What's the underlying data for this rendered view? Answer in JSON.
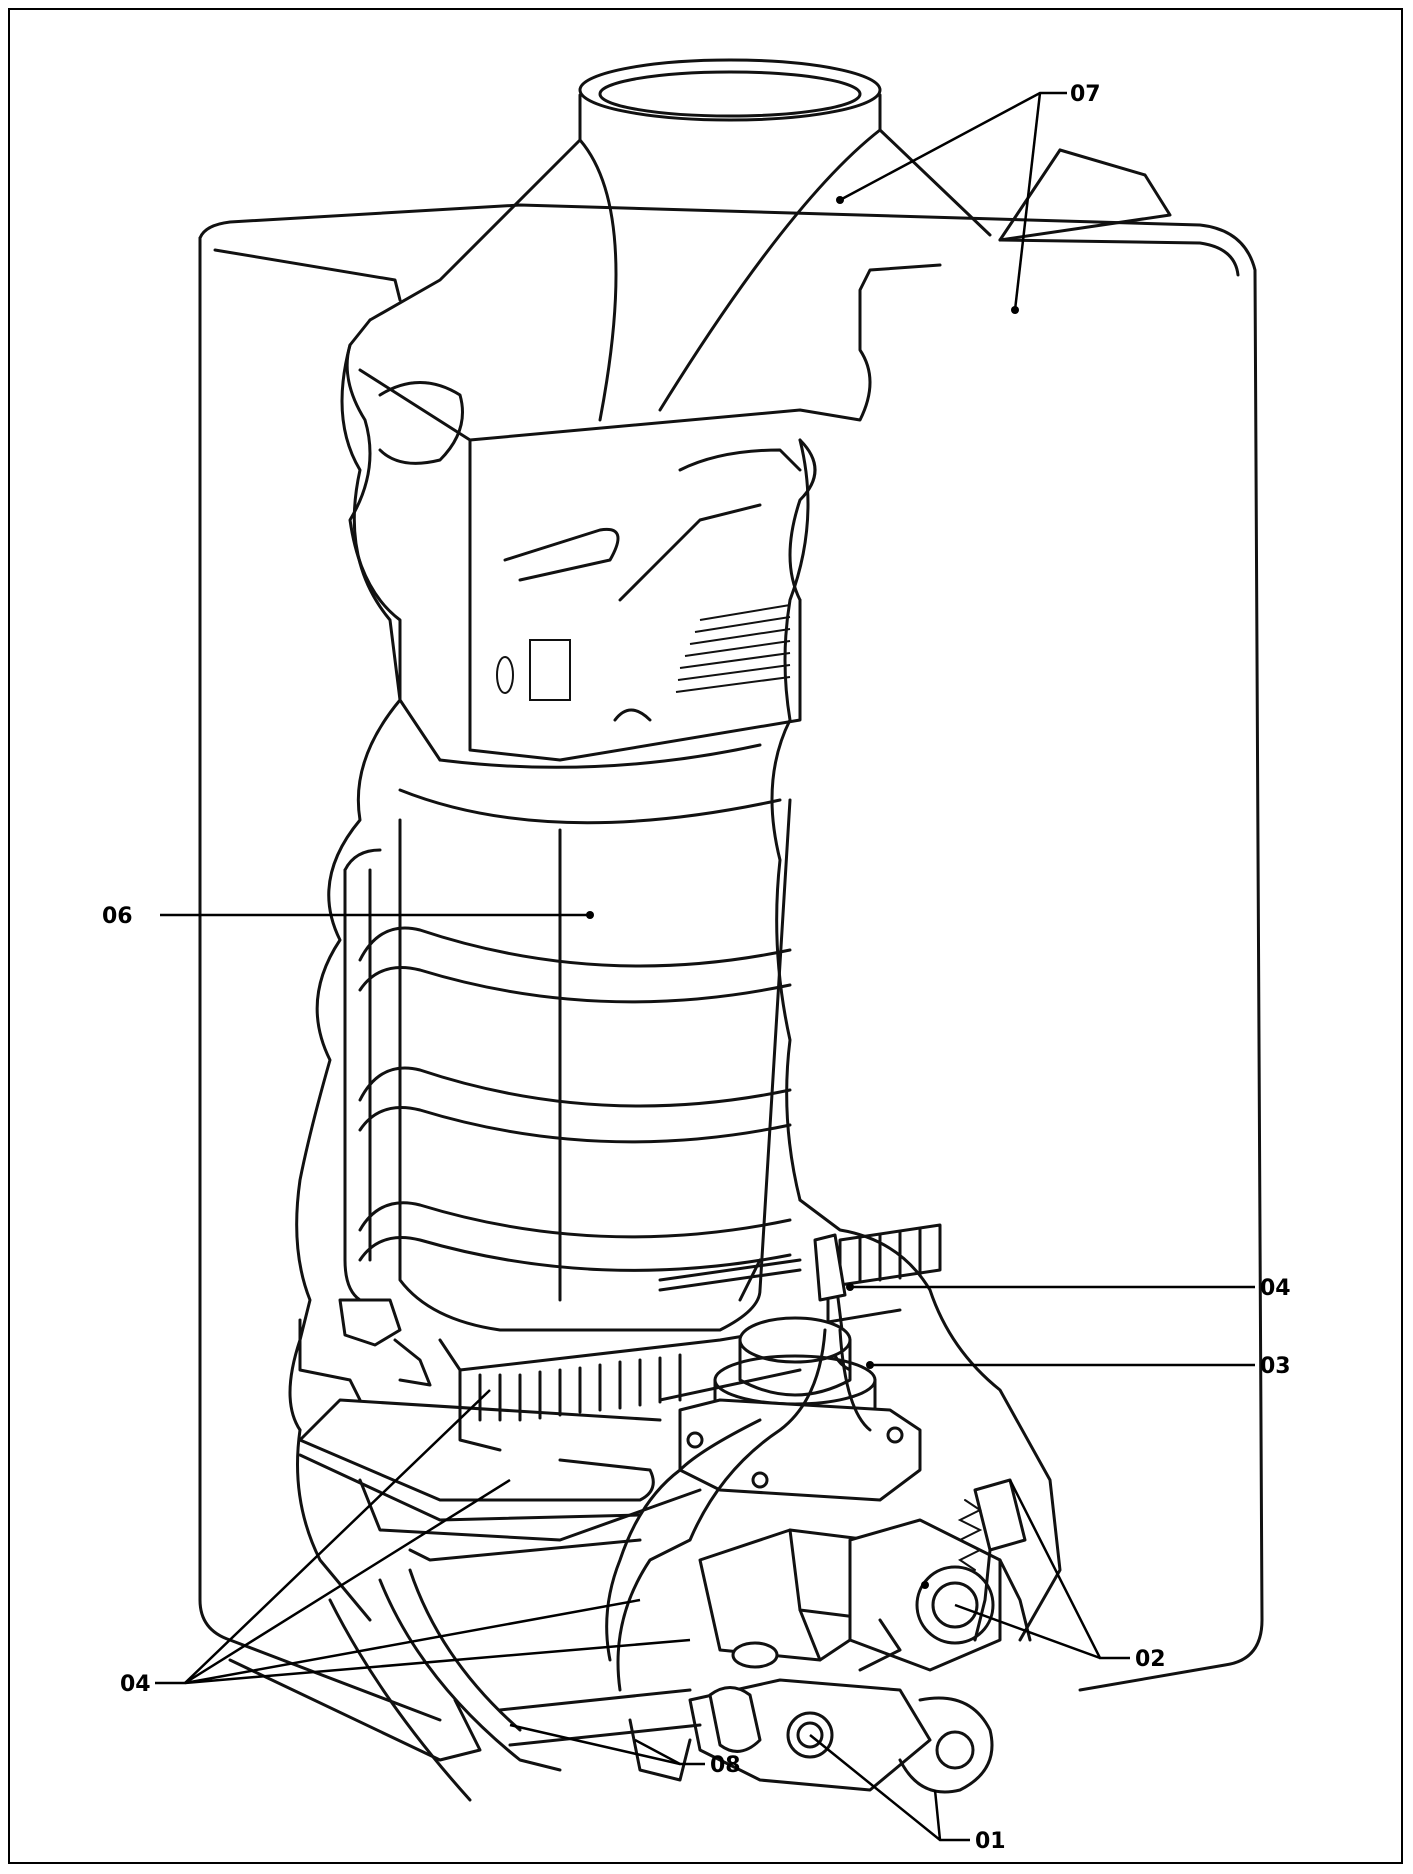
{
  "labels": {
    "l07": "07",
    "l06": "06",
    "l04_right": "04",
    "l03": "03",
    "l02": "02",
    "l04_left": "04",
    "l08": "08",
    "l01": "01"
  }
}
